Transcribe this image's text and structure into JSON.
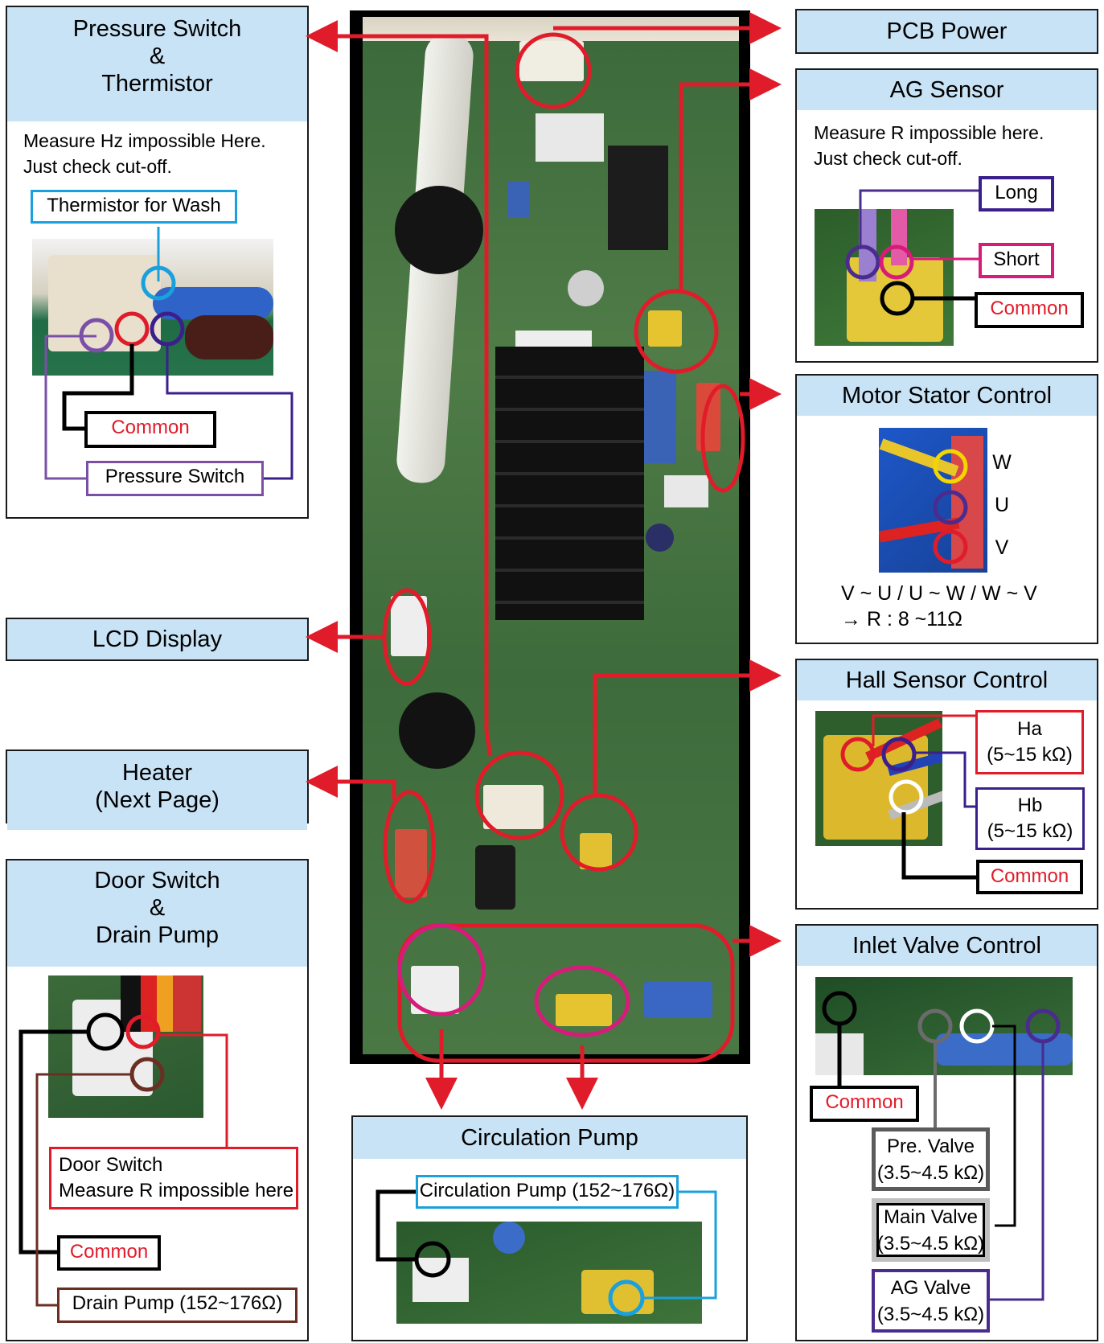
{
  "panels": {
    "pressure": {
      "title_line1": "Pressure Switch",
      "title_line2": "&",
      "title_line3": "Thermistor",
      "note_line1": "Measure Hz impossible Here.",
      "note_line2": "Just check cut-off.",
      "thermistor_label": "Thermistor for Wash",
      "common_label": "Common",
      "pressure_label": "Pressure Switch"
    },
    "lcd": {
      "title": "LCD Display"
    },
    "heater": {
      "title_line1": "Heater",
      "title_line2": "(Next Page)"
    },
    "door": {
      "title_line1": "Door Switch",
      "title_line2": "&",
      "title_line3": "Drain Pump",
      "door_label_line1": "Door Switch",
      "door_label_line2": "Measure R impossible here",
      "common_label": "Common",
      "drain_label": "Drain Pump (152~176Ω)"
    },
    "pcb_power": {
      "title": "PCB Power"
    },
    "ag": {
      "title": "AG Sensor",
      "note_line1": "Measure R impossible here.",
      "note_line2": "Just check cut-off.",
      "long_label": "Long",
      "short_label": "Short",
      "common_label": "Common"
    },
    "motor": {
      "title": "Motor Stator Control",
      "w": "W",
      "u": "U",
      "v": "V",
      "formula_line1": "V ~ U / U ~ W / W ~ V",
      "formula_line2": "→ R : 8 ~11Ω"
    },
    "hall": {
      "title": "Hall Sensor Control",
      "ha_line1": "Ha",
      "ha_line2": "(5~15 kΩ)",
      "hb_line1": "Hb",
      "hb_line2": "(5~15 kΩ)",
      "common_label": "Common"
    },
    "inlet": {
      "title": "Inlet Valve Control",
      "common_label": "Common",
      "pre_line1": "Pre. Valve",
      "pre_line2": "(3.5~4.5 kΩ)",
      "main_line1": "Main Valve",
      "main_line2": "(3.5~4.5 kΩ)",
      "ag_line1": "AG Valve",
      "ag_line2": "(3.5~4.5 kΩ)"
    },
    "circulation": {
      "title": "Circulation Pump",
      "label": "Circulation Pump (152~176Ω)"
    }
  },
  "colors": {
    "header_bg": "#c9e3f6",
    "callout_red": "#e11c2a",
    "thermistor_blue": "#1aa0dc",
    "purple": "#7b4fa8",
    "dark_purple": "#3b1f8c",
    "magenta": "#d81b7a",
    "brown": "#6b2e22"
  },
  "icons": [
    "arrow-right-icon",
    "arrow-left-icon",
    "arrow-down-icon",
    "connector-circle-icon"
  ]
}
